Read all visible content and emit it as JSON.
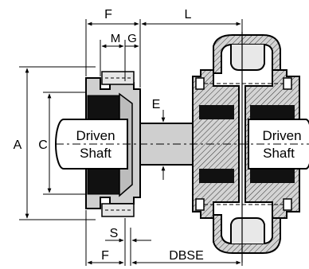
{
  "diagram": {
    "labels": {
      "F_top": "F",
      "M": "M",
      "G": "G",
      "L": "L",
      "A": "A",
      "C": "C",
      "E": "E",
      "S": "S",
      "F_bottom": "F",
      "DBSE": "DBSE"
    },
    "shafts": {
      "left_line1": "Driven",
      "left_line2": "Shaft",
      "right_line1": "Driven",
      "right_line2": "Shaft"
    },
    "colors": {
      "ink": "#000000",
      "steel": "#cfcfcf",
      "elastomer": "#111111",
      "background": "#ffffff"
    }
  }
}
